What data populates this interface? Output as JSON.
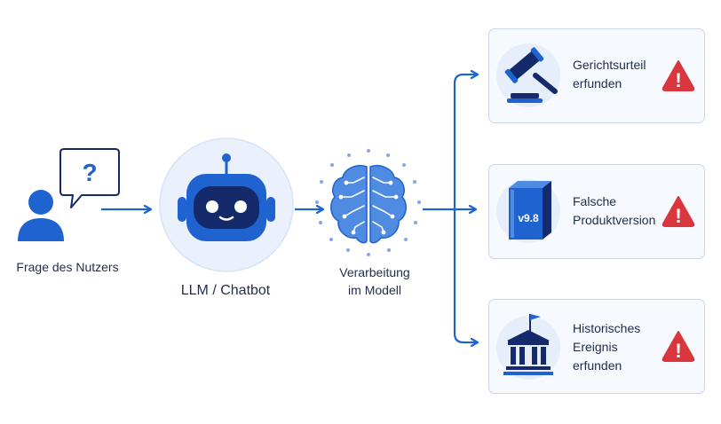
{
  "nodes": {
    "user": {
      "label": "Frage des Nutzers",
      "bubble_glyph": "?"
    },
    "llm": {
      "label": "LLM / Chatbot"
    },
    "processing": {
      "label_line1": "Verarbeitung",
      "label_line2": "im Modell"
    }
  },
  "outputs": [
    {
      "icon": "gavel-icon",
      "lines": [
        "Gerichtsurteil",
        "erfunden"
      ],
      "warning": "!"
    },
    {
      "icon": "product-box-icon",
      "box_text": "v9.8",
      "lines": [
        "Falsche",
        "Produktversion"
      ],
      "warning": "!"
    },
    {
      "icon": "museum-icon",
      "lines": [
        "Historisches",
        "Ereignis",
        "erfunden"
      ],
      "warning": "!"
    }
  ],
  "colors": {
    "primary_blue": "#1f63d0",
    "dark_blue": "#142a6b",
    "light_blue_bg": "#eaf1fc",
    "card_border": "#c8d7ee",
    "warning_red": "#d9363e"
  }
}
